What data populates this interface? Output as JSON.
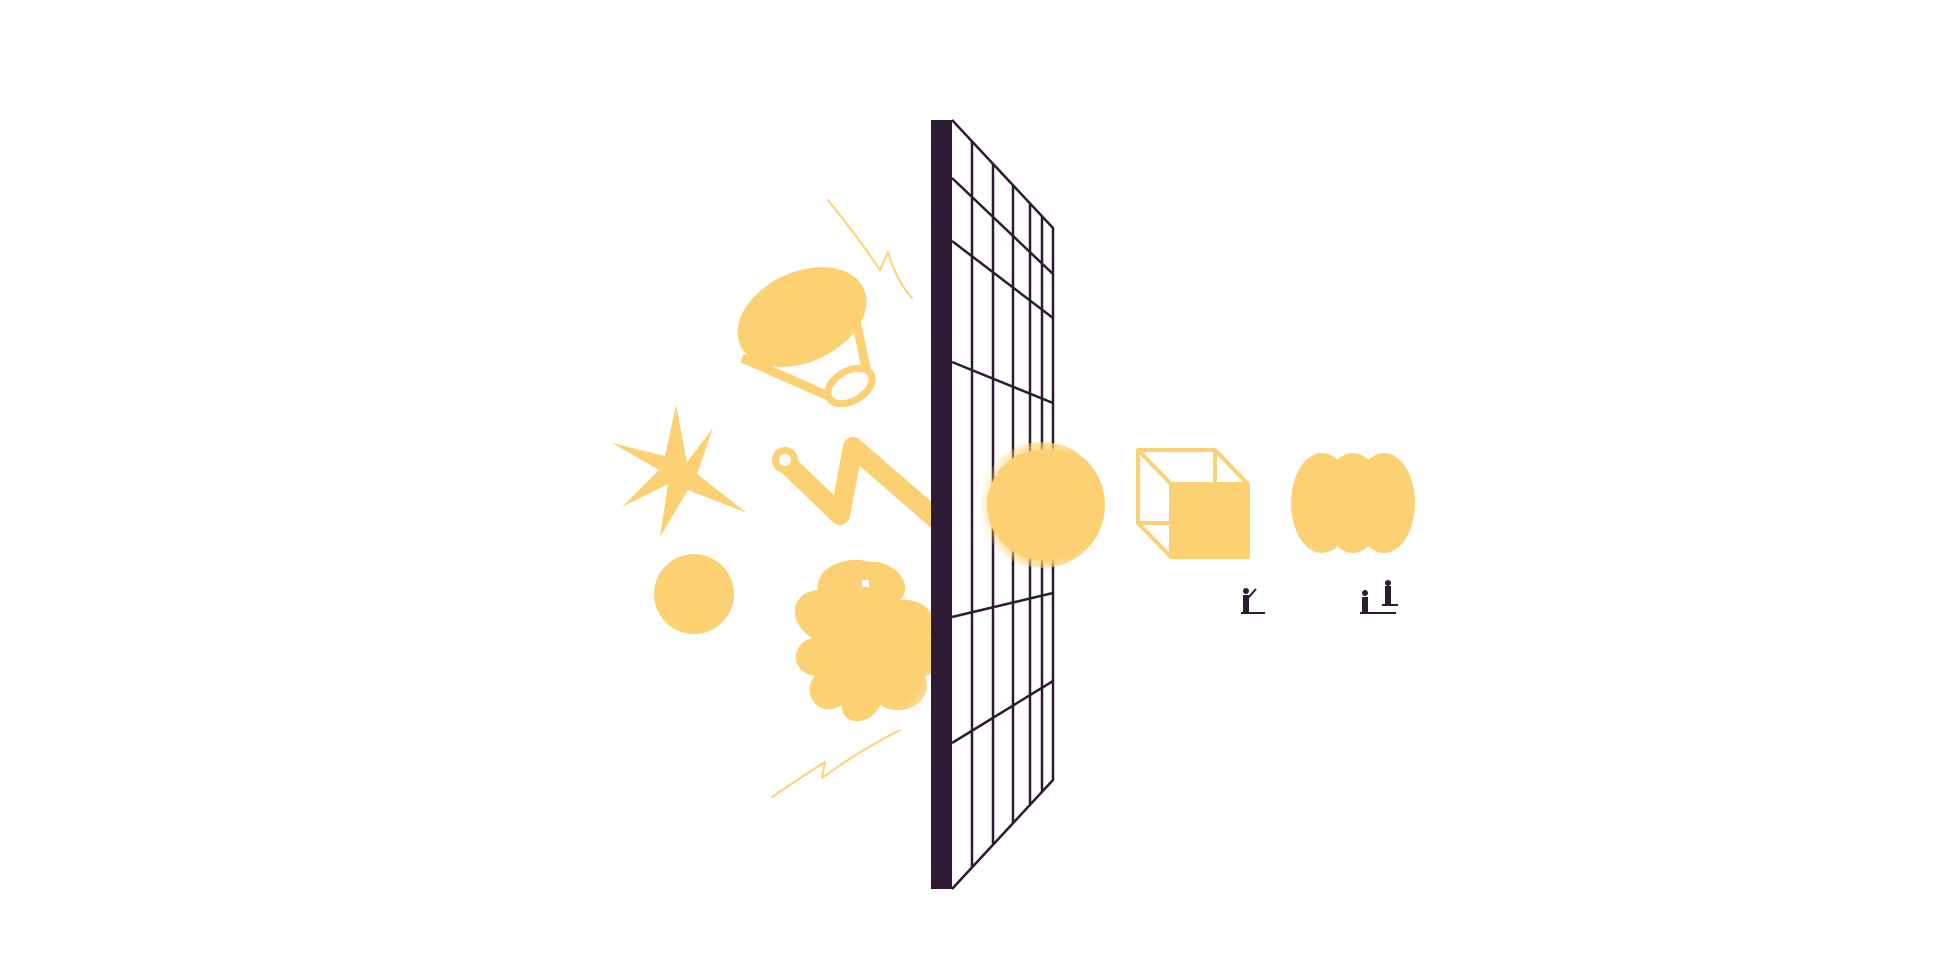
{
  "illustration": {
    "colors": {
      "background": "#ffffff",
      "accent_yellow": "#fed26f",
      "dark_plum": "#2f1a33"
    },
    "elements": [
      "squiggle-lines",
      "cylinder",
      "star",
      "chain-link",
      "circle",
      "blob",
      "grid-wall",
      "sphere",
      "cube",
      "overlapping-ovals",
      "tiny-figures"
    ]
  }
}
